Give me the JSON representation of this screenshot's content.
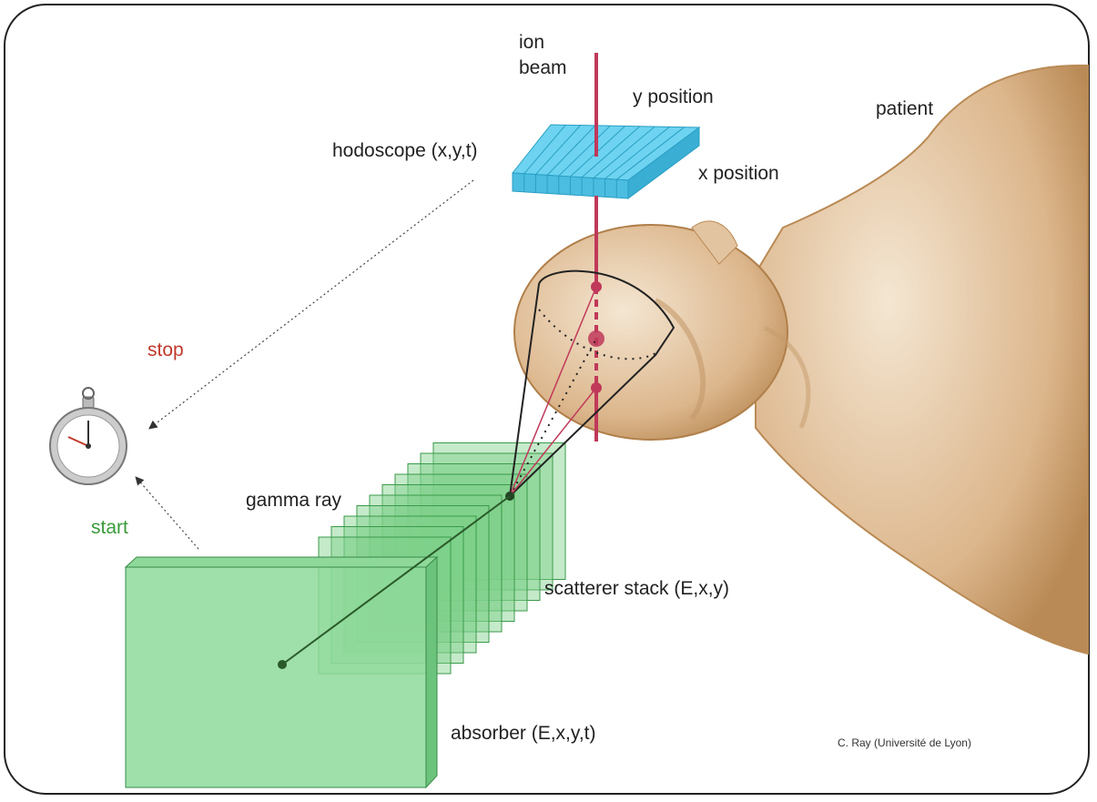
{
  "labels": {
    "ion_beam_1": "ion",
    "ion_beam_2": "beam",
    "y_position": "y position",
    "x_position": "x position",
    "patient": "patient",
    "hodoscope": "hodoscope (x,y,t)",
    "stop": "stop",
    "start": "start",
    "gamma_ray": "gamma ray",
    "scatterer": "scatterer stack (E,x,y)",
    "absorber": "absorber (E,x,y,t)",
    "credit": "C. Ray (Université de Lyon)"
  },
  "colors": {
    "beam": "#c0395a",
    "stop": "#c0392b",
    "start": "#3a9a3a",
    "hodoscope": "#5cc8e8",
    "detector": "#7fd08a",
    "skin": "#d9b48a"
  }
}
